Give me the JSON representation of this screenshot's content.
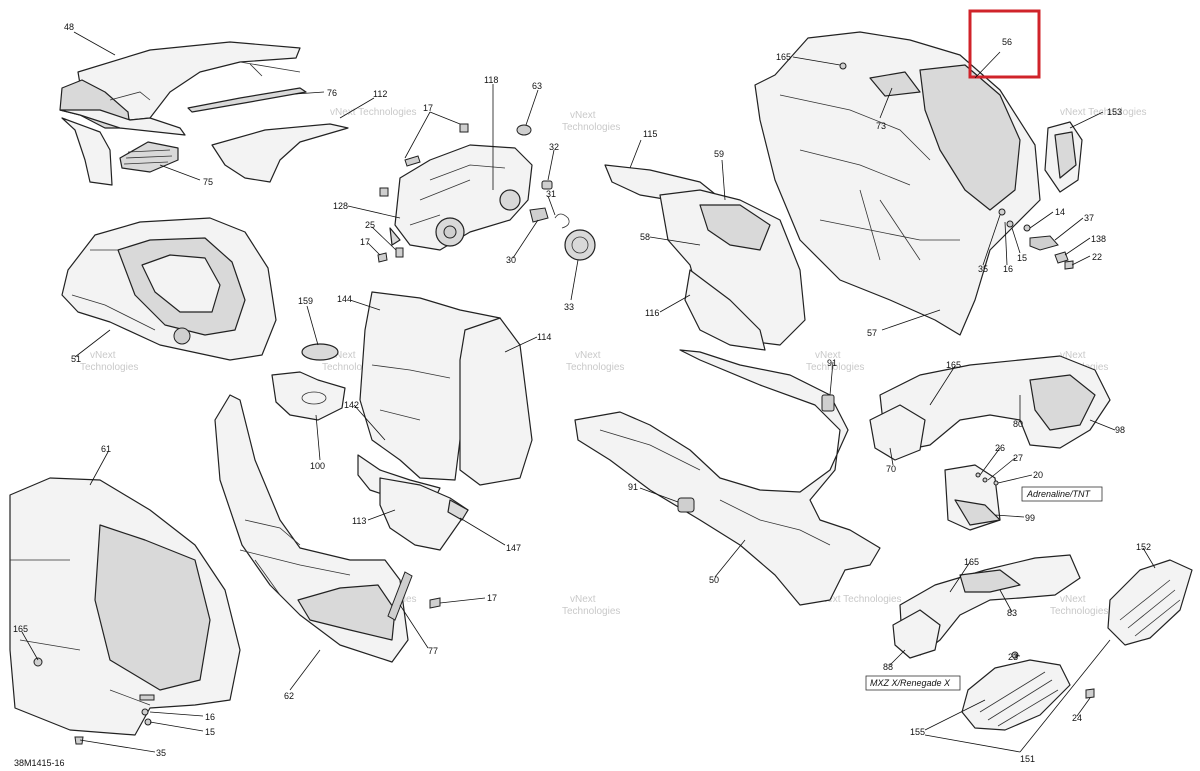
{
  "document_code": "38M1415-16",
  "watermark": {
    "line1": "vNext",
    "line2": "Technologies",
    "combined": "vNext Technologies"
  },
  "variants": {
    "adrenaline": "Adrenaline/TNT",
    "mxz": "MXZ X/Renegade X"
  },
  "highlight": {
    "color": "#d0232a",
    "label": "56"
  },
  "callouts": {
    "c48": "48",
    "c76": "76",
    "c112": "112",
    "c75": "75",
    "c17a": "17",
    "c118": "118",
    "c63": "63",
    "c32": "32",
    "c31": "31",
    "c30": "30",
    "c33": "33",
    "c128": "128",
    "c25": "25",
    "c17b": "17",
    "c115": "115",
    "c59": "59",
    "c58": "58",
    "c116": "116",
    "c165a": "165",
    "c73": "73",
    "c153": "153",
    "c14": "14",
    "c37": "37",
    "c138": "138",
    "c22": "22",
    "c15a": "15",
    "c16a": "16",
    "c35a": "35",
    "c57": "57",
    "c51": "51",
    "c159": "159",
    "c144": "144",
    "c114": "114",
    "c142": "142",
    "c100": "100",
    "c113": "113",
    "c147": "147",
    "c61": "61",
    "c165b": "165",
    "c16b": "16",
    "c15b": "15",
    "c35b": "35",
    "c62": "62",
    "c77": "77",
    "c17c": "17",
    "c91a": "91",
    "c91b": "91",
    "c50": "50",
    "c165c": "165",
    "c80": "80",
    "c98": "98",
    "c70": "70",
    "c26": "26",
    "c27": "27",
    "c20": "20",
    "c99": "99",
    "c165d": "165",
    "c83": "83",
    "c88": "88",
    "c152": "152",
    "c23": "23",
    "c155": "155",
    "c151": "151",
    "c24": "24"
  }
}
